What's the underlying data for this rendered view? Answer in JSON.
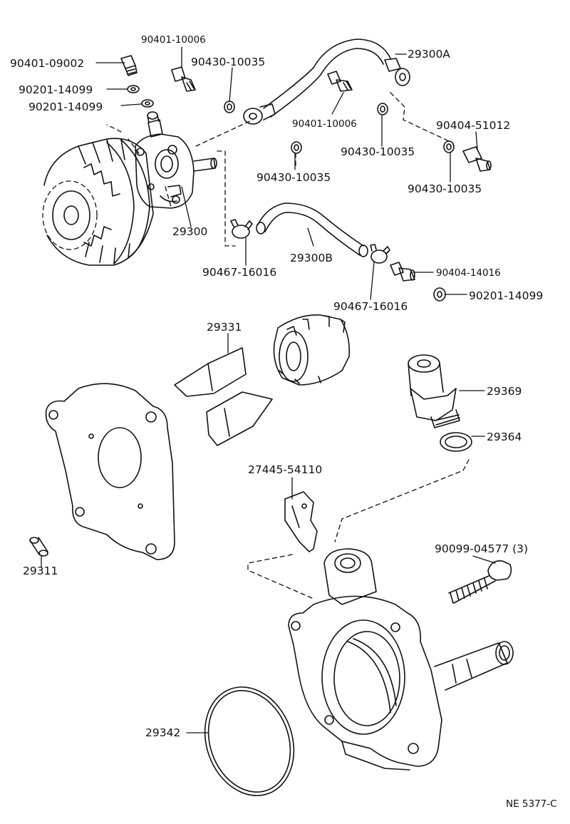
{
  "diagram_code": "NE 5377-C",
  "labels": {
    "l_90401_10006_top": "90401-10006",
    "l_90401_09002": "90401-09002",
    "l_90430_10035_a": "90430-10035",
    "l_29300a": "29300A",
    "l_90201_14099_a": "90201-14099",
    "l_90201_14099_b": "90201-14099",
    "l_90401_10006_mid": "90401-10006",
    "l_90404_51012": "90404-51012",
    "l_90430_10035_b": "90430-10035",
    "l_90430_10035_c": "90430-10035",
    "l_90430_10035_d": "90430-10035",
    "l_29300": "29300",
    "l_29300b": "29300B",
    "l_90467_16016_a": "90467-16016",
    "l_90404_14016": "90404-14016",
    "l_90201_14099_c": "90201-14099",
    "l_90467_16016_b": "90467-16016",
    "l_29331": "29331",
    "l_29369": "29369",
    "l_29364": "29364",
    "l_27445_54110": "27445-54110",
    "l_90099_04577": "90099-04577 (3)",
    "l_29311": "29311",
    "l_29342": "29342"
  }
}
